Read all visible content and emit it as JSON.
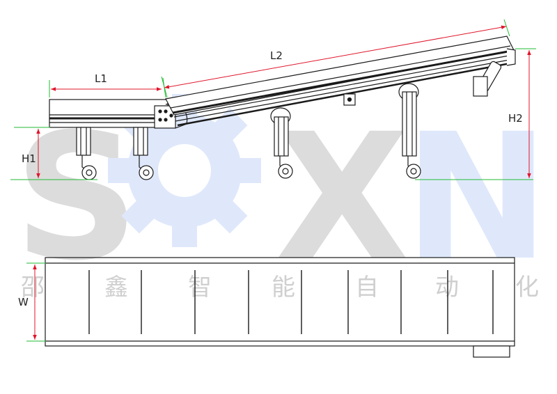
{
  "colors": {
    "line": "#1a1a1a",
    "dimension": "#e0142a",
    "dimension_alt": "#22bb33",
    "watermark_gray": "#dcdcdc",
    "watermark_blue": "#dfe8fb",
    "watermark_cn": "#cfcfcf"
  },
  "dimensions": {
    "L1": "L1",
    "L2": "L2",
    "H1": "H1",
    "H2": "H2",
    "W": "W"
  },
  "watermark": {
    "letters": [
      "S",
      "X",
      "N"
    ],
    "gear": "gear-icon",
    "chinese": [
      "邵",
      "鑫",
      "智",
      "能",
      "自",
      "动",
      "化"
    ]
  }
}
